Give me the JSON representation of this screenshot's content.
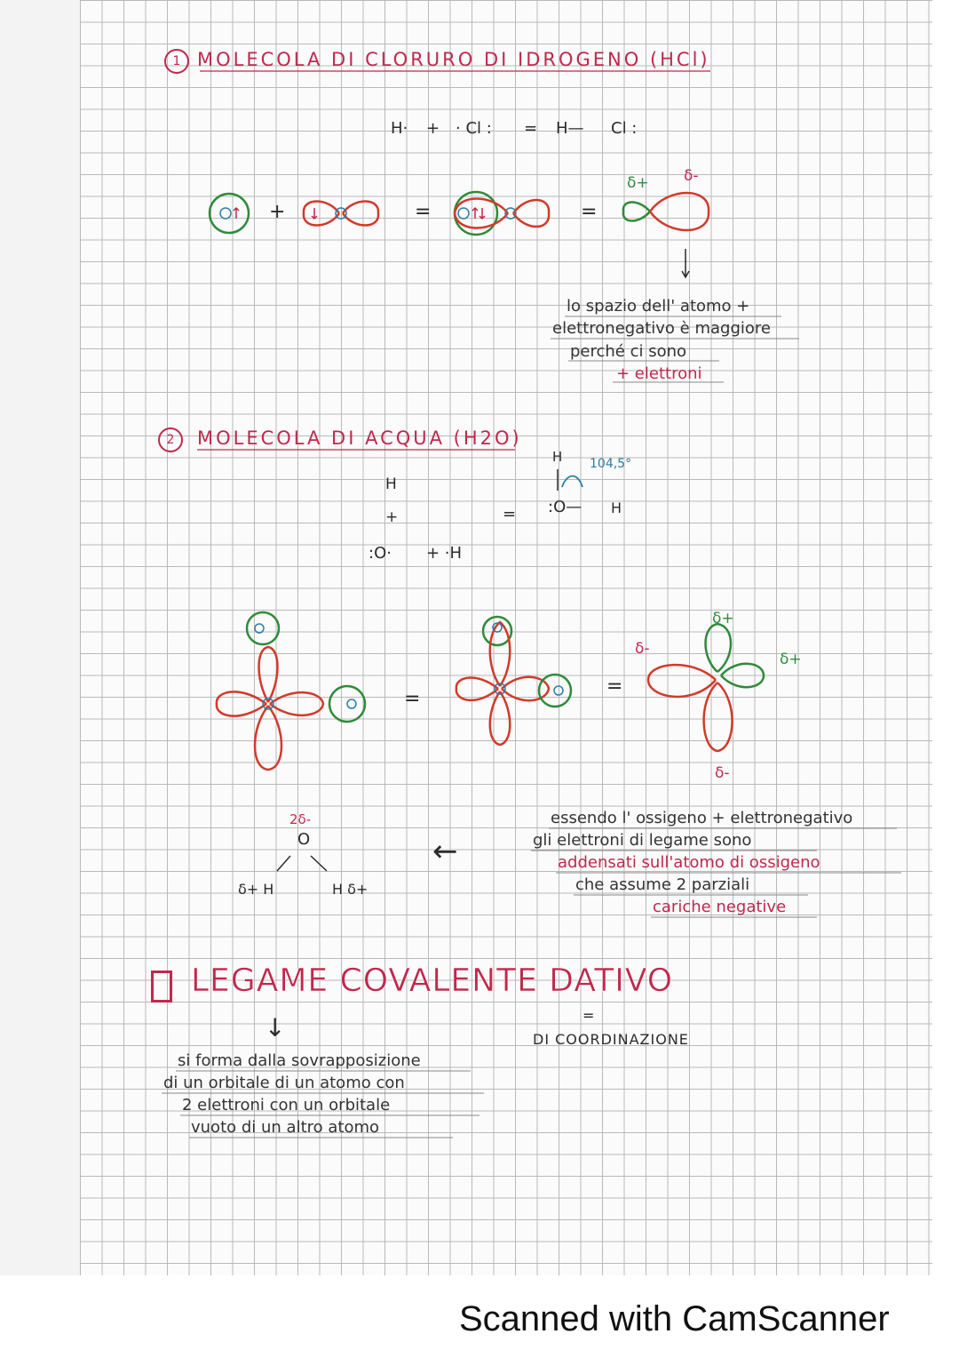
{
  "section1": {
    "number": "1",
    "title": "MOLECOLA DI CLORURO DI IDROGENO (HCl)",
    "lewis": {
      "h": "H·",
      "plus": "+",
      "cl": "· Cl :",
      "equals": "=",
      "bond": "H—",
      "cl2": "Cl :"
    },
    "orbitals": {
      "plus": "+",
      "eq1": "=",
      "eq2": "=",
      "delta_plus": "δ+",
      "delta_minus": "δ-"
    },
    "note_lines": [
      "lo spazio dell' atomo +",
      "elettronegativo è maggiore",
      "perché ci sono",
      "+ elettroni"
    ]
  },
  "section2": {
    "number": "2",
    "title": "MOLECOLA DI ACQUA (H2O)",
    "lewis": {
      "h_top": "H",
      "plus_v": "+",
      "o": ":O·",
      "plus_h": "+ ·H",
      "equals": "=",
      "h_up": "H",
      "o2": ":O—",
      "h_right": "H",
      "angle": "104,5°"
    },
    "orbitals": {
      "eq1": "=",
      "eq2": "=",
      "d_top": "δ+",
      "d_left": "δ-",
      "d_right": "δ+",
      "d_bottom": "δ-"
    },
    "polar": {
      "o_charge": "2δ-",
      "o": "O",
      "h_left": "δ+ H",
      "h_right": "H δ+"
    },
    "arrow": "←",
    "note_lines": [
      "essendo l' ossigeno + elettronegativo",
      "gli elettroni di legame sono",
      "addensati sull'atomo di ossigeno",
      "che assume 2 parziali",
      "cariche negative"
    ]
  },
  "section3": {
    "title": "LEGAME COVALENTE DATIVO",
    "eq": "=",
    "subtitle": "DI COORDINAZIONE",
    "arrow": "↓",
    "note_lines": [
      "si forma dalla sovrapposizione",
      "di un orbitale di un atomo con",
      "2 elettroni con un orbitale",
      "vuoto di un altro atomo"
    ]
  },
  "footer": "Scanned with CamScanner",
  "colors": {
    "red": "#c0284d",
    "green": "#2e8b3a",
    "blue": "#2a7ea8",
    "orbital_red": "#d23a2a",
    "dark": "#2b2b2b"
  }
}
